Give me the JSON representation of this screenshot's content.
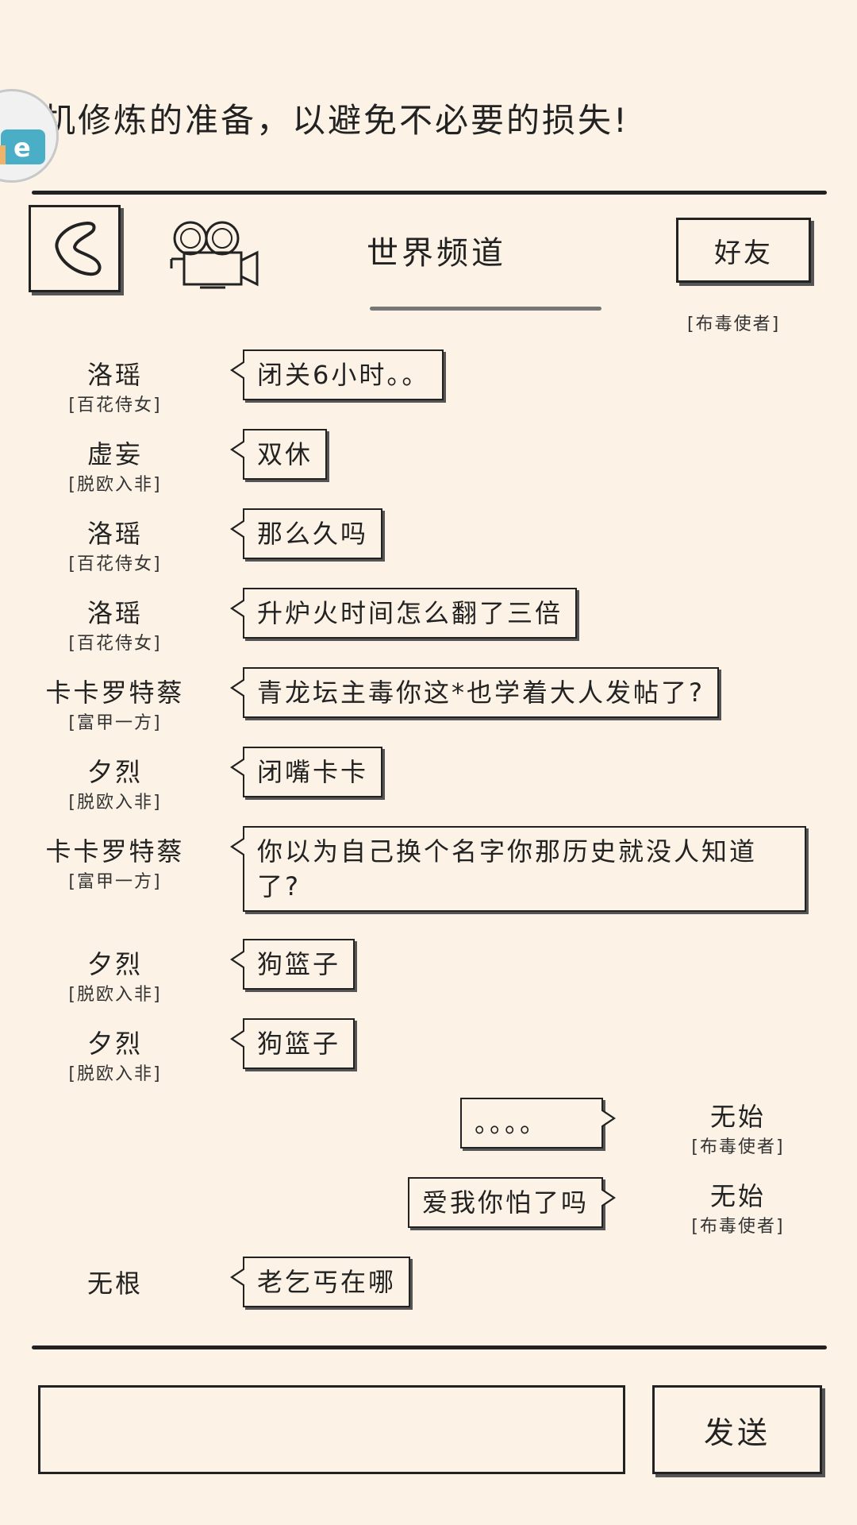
{
  "notice": "挂机修炼的准备，以避免不必要的损失!",
  "header": {
    "channel_title": "世界频道",
    "friend_label": "好友",
    "my_title": "[布毒使者]"
  },
  "messages": [
    {
      "side": "left",
      "user": "洛瑶",
      "title": "[百花侍女]",
      "text": "闭关6小时。。"
    },
    {
      "side": "left",
      "user": "虚妄",
      "title": "[脱欧入非]",
      "text": "双休"
    },
    {
      "side": "left",
      "user": "洛瑶",
      "title": "[百花侍女]",
      "text": "那么久吗"
    },
    {
      "side": "left",
      "user": "洛瑶",
      "title": "[百花侍女]",
      "text": "升炉火时间怎么翻了三倍"
    },
    {
      "side": "left",
      "user": "卡卡罗特蔡",
      "title": "[富甲一方]",
      "text": "青龙坛主毒你这*也学着大人发帖了?"
    },
    {
      "side": "left",
      "user": "夕烈",
      "title": "[脱欧入非]",
      "text": "闭嘴卡卡"
    },
    {
      "side": "left",
      "user": "卡卡罗特蔡",
      "title": "[富甲一方]",
      "text": "你以为自己换个名字你那历史就没人知道了?"
    },
    {
      "side": "left",
      "user": "夕烈",
      "title": "[脱欧入非]",
      "text": "狗篮子"
    },
    {
      "side": "left",
      "user": "夕烈",
      "title": "[脱欧入非]",
      "text": "狗篮子"
    },
    {
      "side": "right",
      "user": "无始",
      "title": "[布毒使者]",
      "text": "。。。。"
    },
    {
      "side": "right",
      "user": "无始",
      "title": "[布毒使者]",
      "text": "爱我你怕了吗"
    },
    {
      "side": "left",
      "user": "无根",
      "title": "",
      "text": "老乞丐在哪"
    }
  ],
  "input": {
    "placeholder": "",
    "value": ""
  },
  "send_label": "发送",
  "icons": {
    "back": "back-icon",
    "camera": "camera-icon",
    "badge": "floating-app-icon"
  }
}
